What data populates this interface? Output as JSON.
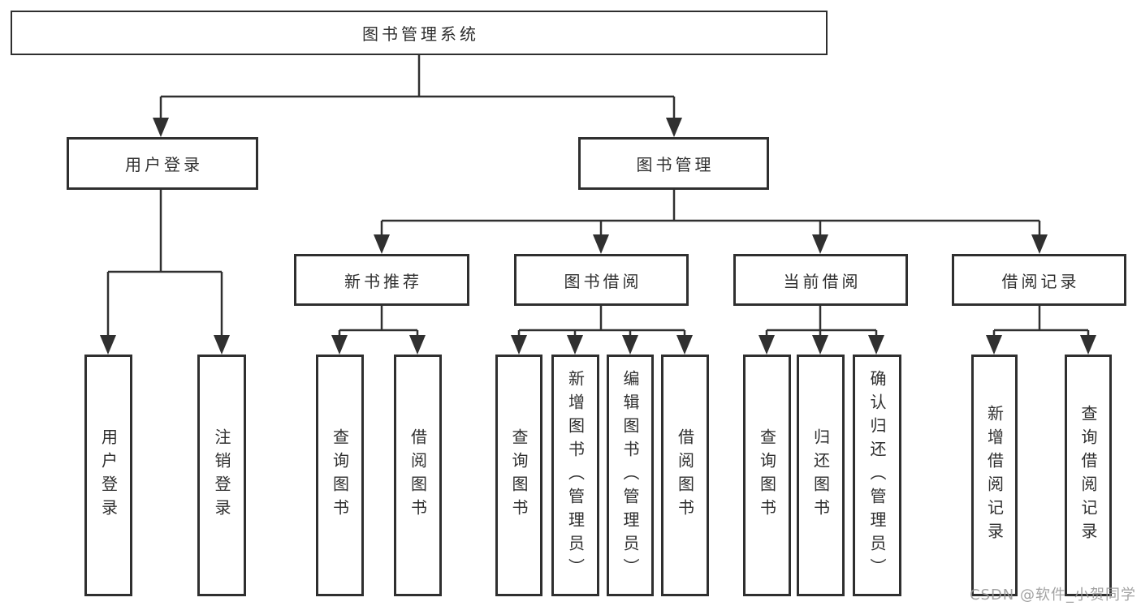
{
  "tree": {
    "root": {
      "label": "图书管理系统"
    },
    "branches": [
      {
        "label": "用户登录",
        "children": [
          {
            "label": "用户登录"
          },
          {
            "label": "注销登录"
          }
        ]
      },
      {
        "label": "图书管理",
        "children": [
          {
            "label": "新书推荐",
            "children": [
              {
                "label": "查询图书"
              },
              {
                "label": "借阅图书"
              }
            ]
          },
          {
            "label": "图书借阅",
            "children": [
              {
                "label": "查询图书"
              },
              {
                "label": "新增图书（管理员）"
              },
              {
                "label": "编辑图书（管理员）"
              },
              {
                "label": "借阅图书"
              }
            ]
          },
          {
            "label": "当前借阅",
            "children": [
              {
                "label": "查询图书"
              },
              {
                "label": "归还图书"
              },
              {
                "label": "确认归还（管理员）"
              }
            ]
          },
          {
            "label": "借阅记录",
            "children": [
              {
                "label": "新增借阅记录"
              },
              {
                "label": "查询借阅记录"
              }
            ]
          }
        ]
      }
    ]
  },
  "watermark": {
    "text": "CSDN @软件_小贺同学"
  },
  "colors": {
    "line": "#303030",
    "box_border": "#2f2f2f",
    "text": "#2f2f2f",
    "background": "#ffffff",
    "watermark": "#989898"
  }
}
